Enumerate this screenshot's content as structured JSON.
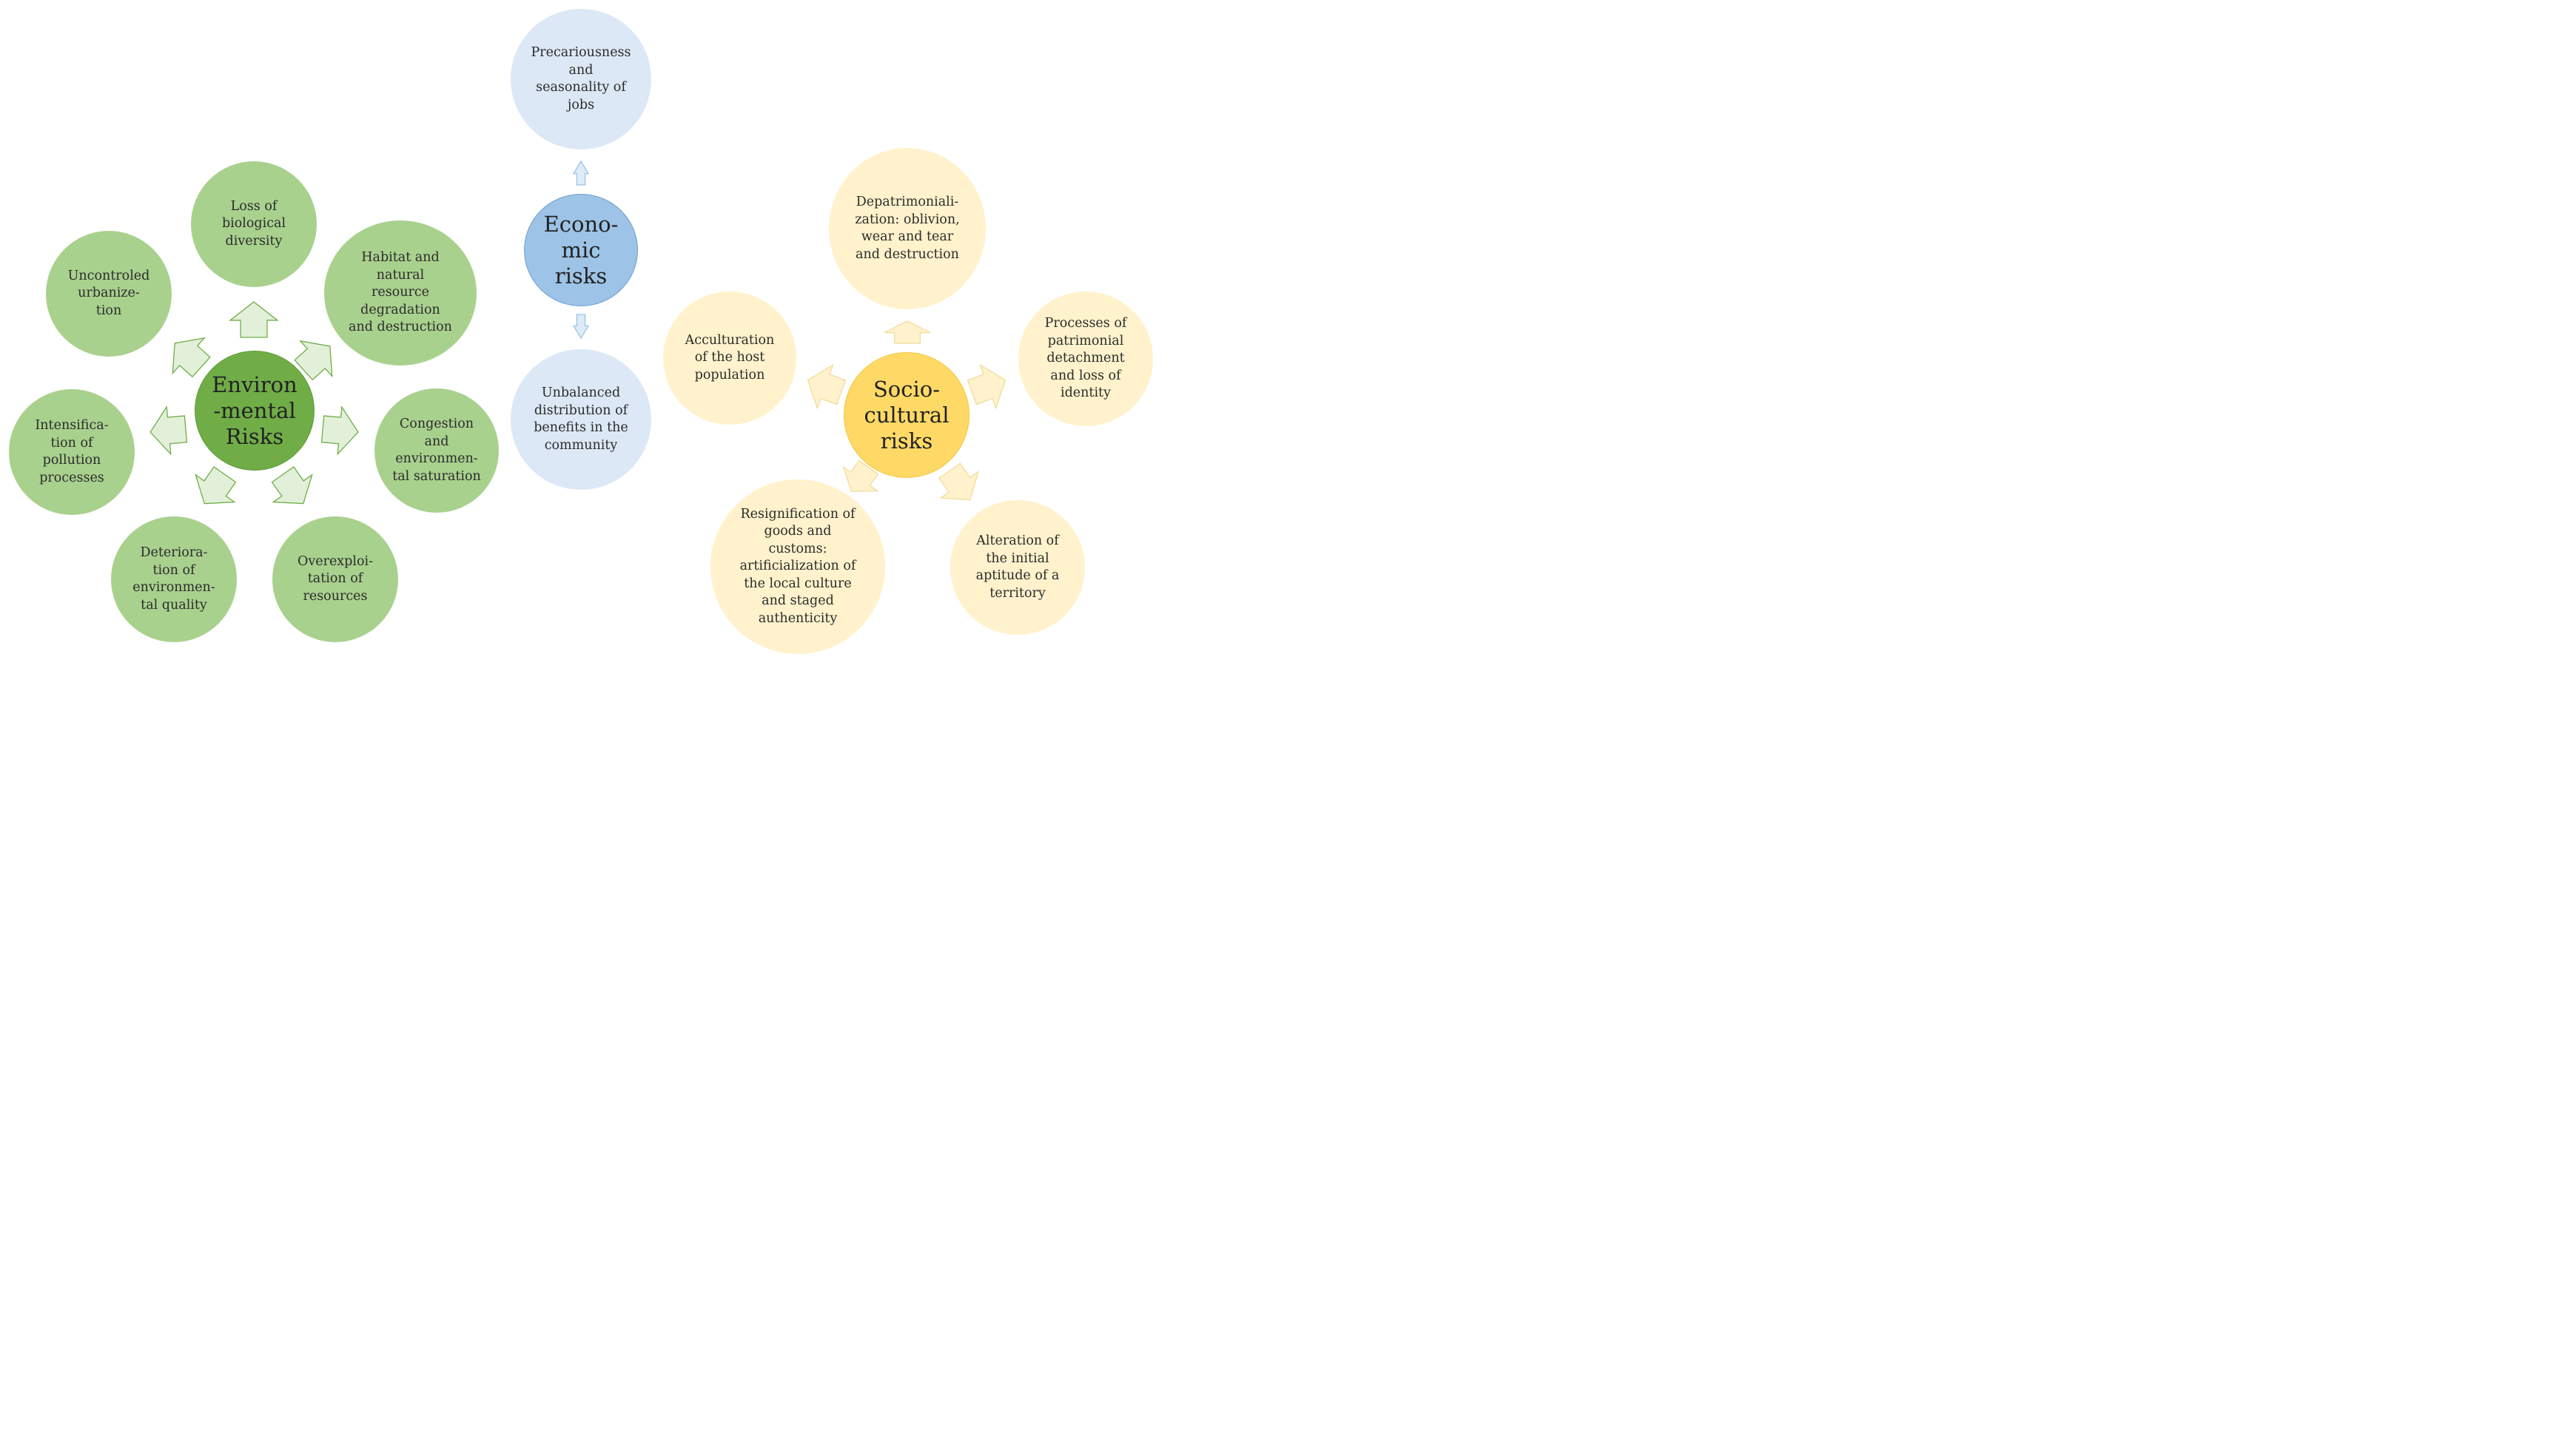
{
  "colors": {
    "environmental_center": "#70ad47",
    "environmental_child": "#a9d18e",
    "economic_center": "#9dc3e6",
    "economic_child": "#dce8f5",
    "sociocultural_center": "#ffd966",
    "sociocultural_child": "#fff2cc",
    "arrow_green_fill": "#e2f0d9",
    "arrow_green_stroke": "#70ad47",
    "arrow_blue_fill": "#deebf7",
    "arrow_blue_stroke": "#9dc3e6",
    "arrow_yellow_fill": "#fff2cc",
    "arrow_yellow_stroke": "#f2dc9b"
  },
  "environmental": {
    "center": "Environ\n-mental\nRisks",
    "items": [
      "Loss of\nbiological\ndiversity",
      "Habitat and\nnatural\nresource\ndegradation\nand destruction",
      "Congestion\nand\nenvironmen-\ntal saturation",
      "Overexploi-\ntation of\nresources",
      "Deteriora-\ntion of\nenvironmen-\ntal quality",
      "Intensifica-\ntion of\npollution\nprocesses",
      "Uncontroled\nurbanize-\ntion"
    ]
  },
  "economic": {
    "center": "Econo-\nmic\nrisks",
    "items": [
      "Precariousness\nand\nseasonality of\njobs",
      "Unbalanced\ndistribution of\nbenefits in the\ncommunity"
    ]
  },
  "sociocultural": {
    "center": "Socio-\ncultural\nrisks",
    "items": [
      "Depatrimoniali-\nzation: oblivion,\nwear and tear\nand destruction",
      "Processes of\npatrimonial\ndetachment\nand loss of\nidentity",
      "Alteration of\nthe initial\naptitude of a\nterritory",
      "Resignification of\ngoods and\ncustoms:\nartificialization of\nthe local culture\nand staged\nauthenticity",
      "Acculturation\nof the host\npopulation"
    ]
  }
}
